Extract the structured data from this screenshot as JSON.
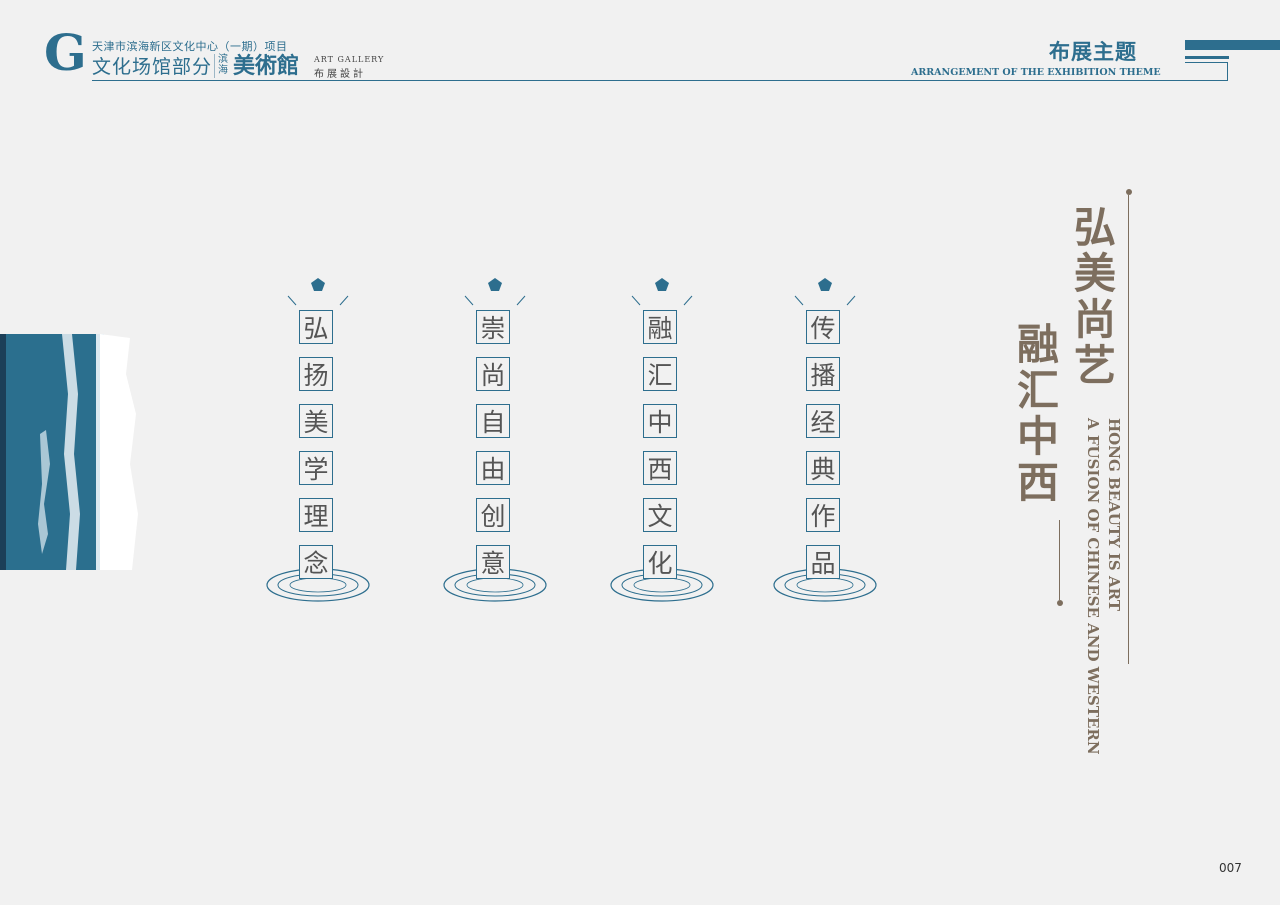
{
  "header": {
    "project_line": "天津市滨海新区文化中心（一期）项目",
    "venue_line": "文化场馆部分",
    "binhai": "滨海",
    "gallery_name": "美術館",
    "gallery_en": "ART GALLERY",
    "gallery_sub": "布展設計",
    "section_title": "布展主题",
    "section_title_en": "ARRANGEMENT OF THE EXHIBITION THEME",
    "logo_letter": "G"
  },
  "columns": [
    {
      "chars": [
        "弘",
        "扬",
        "美",
        "学",
        "理",
        "念"
      ]
    },
    {
      "chars": [
        "崇",
        "尚",
        "自",
        "由",
        "创",
        "意"
      ]
    },
    {
      "chars": [
        "融",
        "汇",
        "中",
        "西",
        "文",
        "化"
      ]
    },
    {
      "chars": [
        "传",
        "播",
        "经",
        "典",
        "作",
        "品"
      ]
    }
  ],
  "right_title": {
    "line1": "弘美尚艺",
    "line2": "融汇中西",
    "english": "HONG BEAUTY IS ART\nA FUSION OF CHINESE AND WESTERN"
  },
  "page_number": "007",
  "colors": {
    "accent": "#2d6e8e",
    "title_brown": "#7d6e5e",
    "background": "#f1f1f1"
  }
}
